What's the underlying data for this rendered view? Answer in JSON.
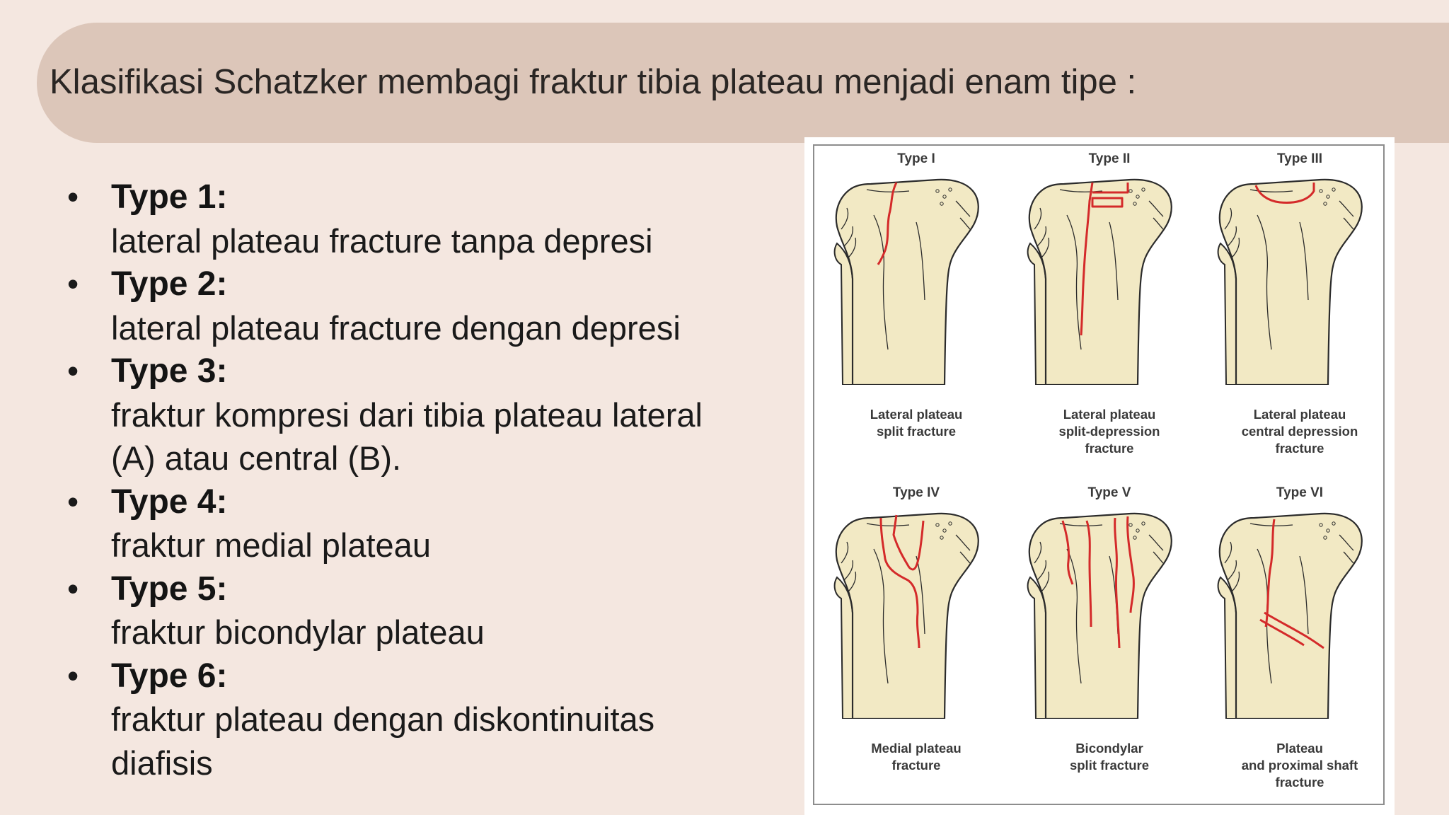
{
  "header": {
    "title": "Klasifikasi Schatzker membagi fraktur tibia plateau menjadi enam tipe :"
  },
  "bullet_symbol": "•",
  "bullets": [
    {
      "label": "Type 1:",
      "lines": [
        "lateral plateau fracture tanpa depresi"
      ]
    },
    {
      "label": "Type 2:",
      "lines": [
        "lateral plateau fracture dengan depresi"
      ]
    },
    {
      "label": "Type 3:",
      "lines": [
        "fraktur kompresi dari tibia plateau lateral",
        "(A) atau central (B)."
      ]
    },
    {
      "label": "Type 4:",
      "lines": [
        "fraktur medial plateau"
      ]
    },
    {
      "label": "Type 5:",
      "lines": [
        "fraktur bicondylar plateau"
      ]
    },
    {
      "label": "Type 6:",
      "lines": [
        "fraktur plateau dengan diskontinuitas",
        "diafisis"
      ]
    }
  ],
  "figure": {
    "bone_color": "#f2e9c4",
    "outline_color": "#2b2b2b",
    "fracture_color": "#d42a2a",
    "panels": [
      {
        "title": "Type I",
        "caption": [
          "Lateral plateau",
          "split fracture"
        ]
      },
      {
        "title": "Type II",
        "caption": [
          "Lateral plateau",
          "split-depression",
          "fracture"
        ]
      },
      {
        "title": "Type III",
        "caption": [
          "Lateral plateau",
          "central depression",
          "fracture"
        ]
      },
      {
        "title": "Type IV",
        "caption": [
          "Medial plateau",
          "fracture"
        ]
      },
      {
        "title": "Type V",
        "caption": [
          "Bicondylar",
          "split fracture"
        ]
      },
      {
        "title": "Type VI",
        "caption": [
          "Plateau",
          "and proximal shaft",
          "fracture"
        ]
      }
    ]
  }
}
